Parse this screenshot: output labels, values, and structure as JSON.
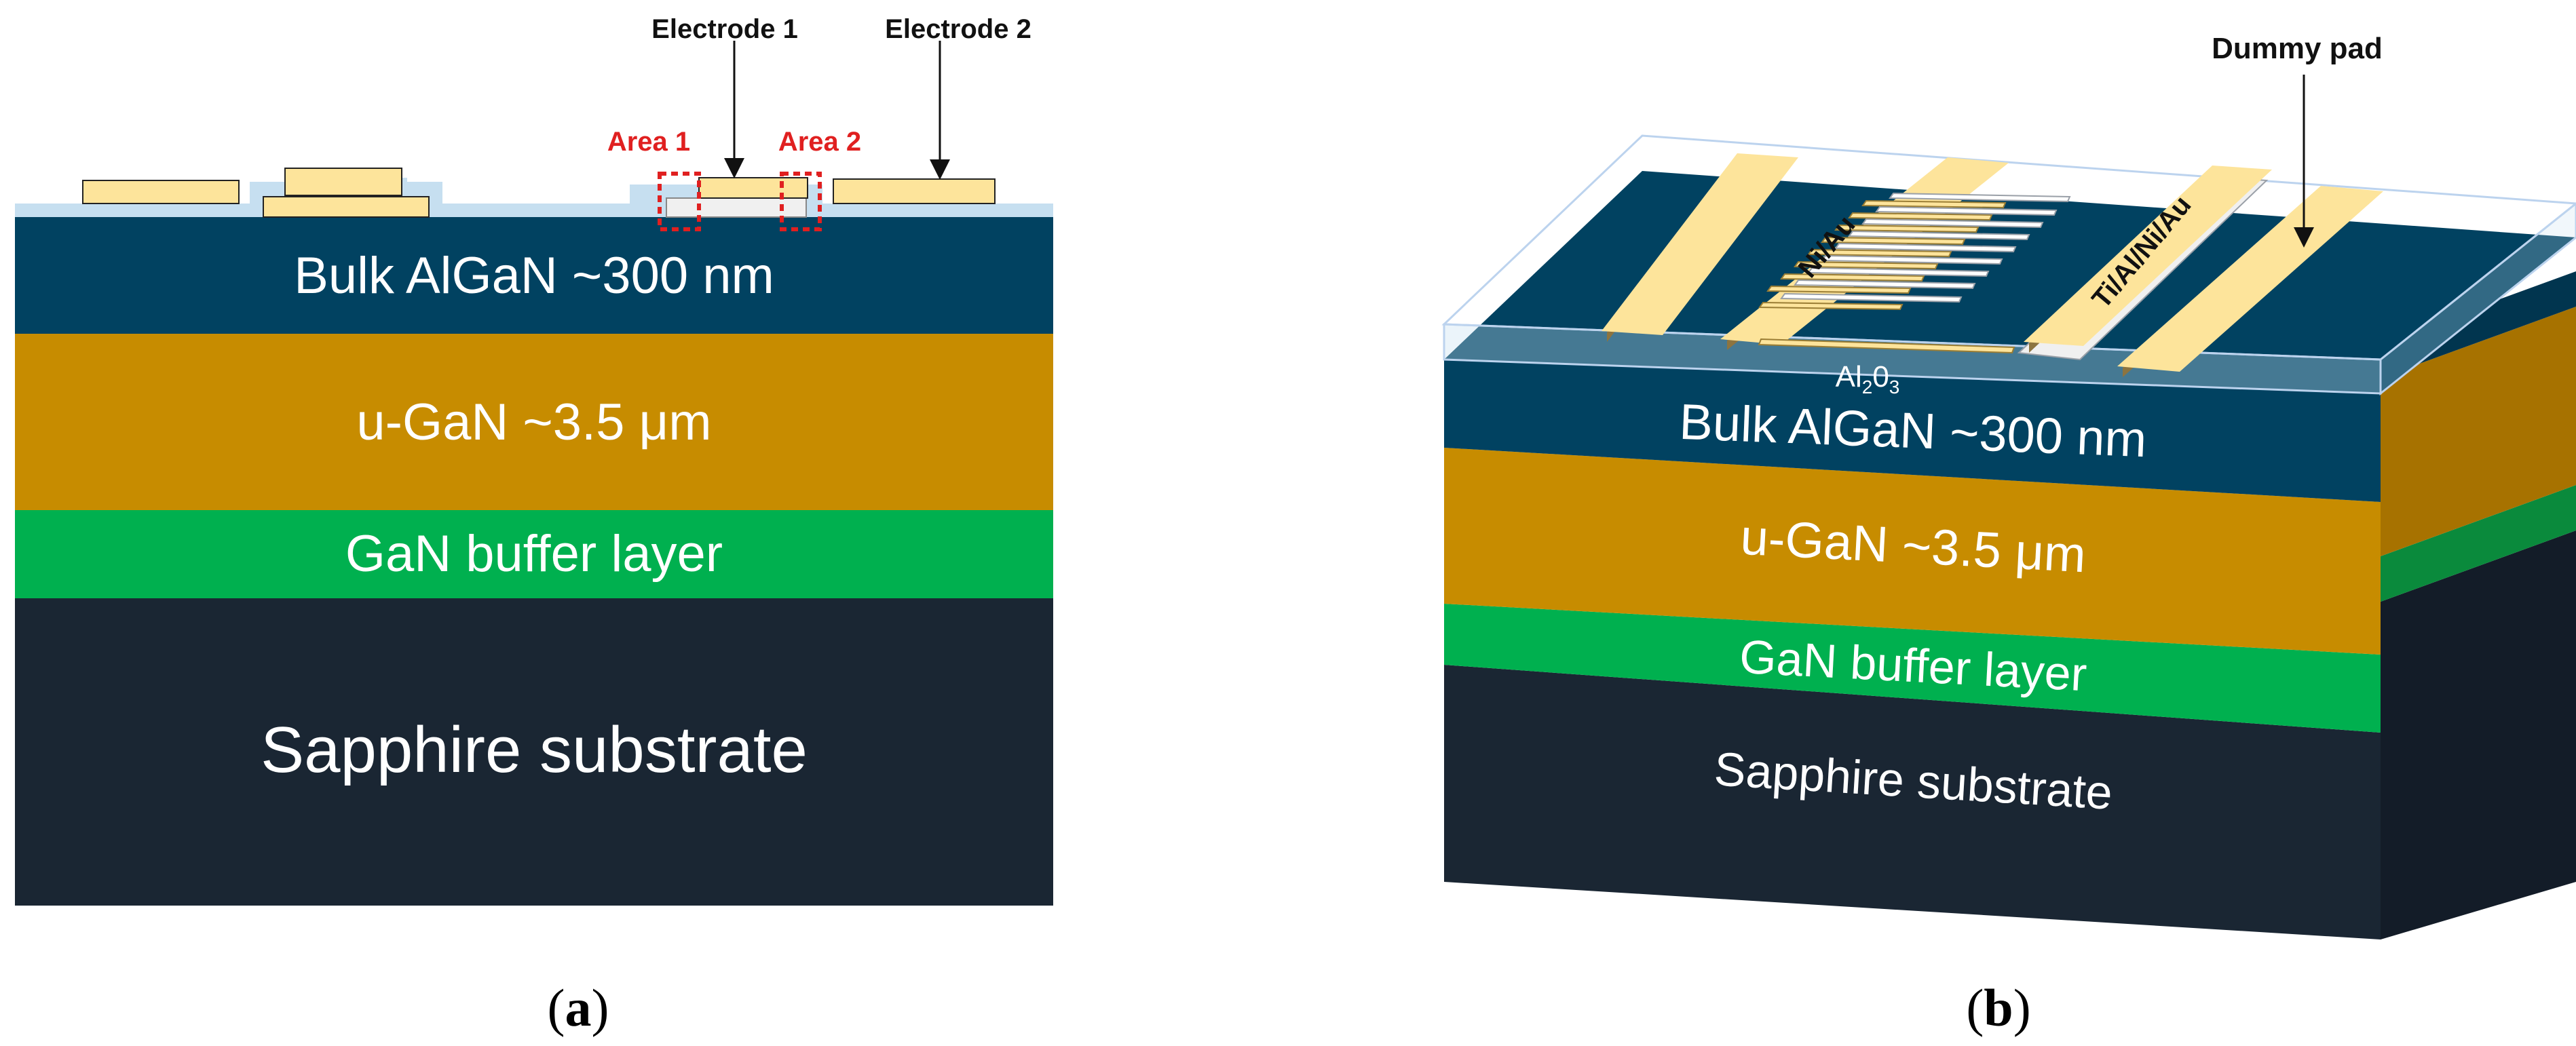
{
  "colors": {
    "algan": "#014261",
    "ugan": "#c78c00",
    "buffer": "#00b04f",
    "sapphire": "#1a2633",
    "electrode": "#fde49b",
    "oxide": "#c6dff0",
    "area_box": "#e02020",
    "ohmic": "#f0f0f0"
  },
  "panel_a": {
    "layers": {
      "algan": "Bulk AlGaN ~300 nm",
      "ugan": "u-GaN ~3.5 μm",
      "buffer": "GaN buffer layer",
      "sapphire": "Sapphire substrate"
    },
    "labels": {
      "electrode1": "Electrode 1",
      "electrode2": "Electrode 2",
      "area1": "Area 1",
      "area2": "Area 2"
    },
    "caption": {
      "open": "(",
      "letter": "a",
      "close": ")"
    }
  },
  "panel_b": {
    "layers": {
      "algan": "Bulk AlGaN ~300 nm",
      "ugan": "u-GaN ~3.5 μm",
      "buffer": "GaN buffer layer",
      "sapphire": "Sapphire substrate"
    },
    "labels": {
      "dummy_pad": "Dummy pad",
      "schottky": "Ni/Au",
      "ohmic": "Ti/Al/Ni/Au",
      "oxide_main": "Al",
      "oxide_sub1": "2",
      "oxide_mid": "0",
      "oxide_sub2": "3"
    },
    "caption": {
      "open": "(",
      "letter": "b",
      "close": ")"
    }
  }
}
